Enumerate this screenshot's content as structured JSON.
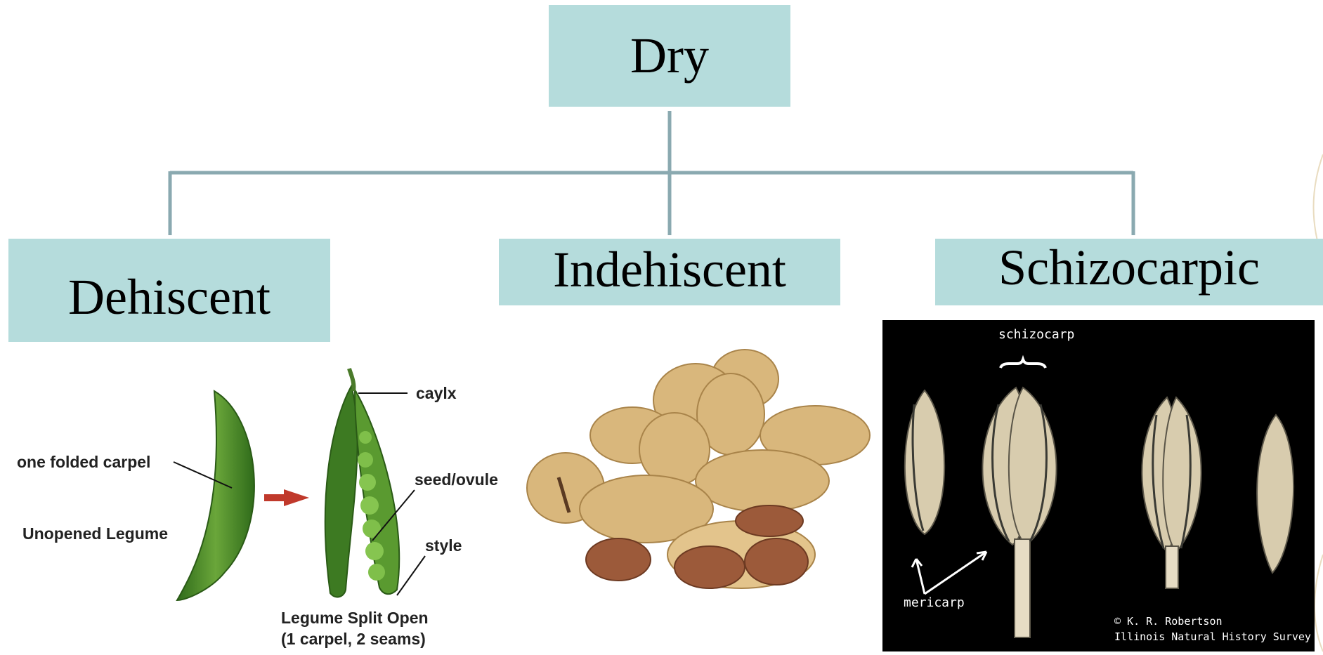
{
  "nodes": {
    "root": "Dry",
    "left": "Dehiscent",
    "center": "Indehiscent",
    "right": "Schizocarpic"
  },
  "legume_figure": {
    "label_folded": "one folded carpel",
    "label_unopened": "Unopened Legume",
    "label_calyx": "caylx",
    "label_seed": "seed/ovule",
    "label_style": "style",
    "caption_line1": "Legume Split Open",
    "caption_line2": "(1 carpel, 2 seams)"
  },
  "schizocarp_figure": {
    "label_schizocarp": "schizocarp",
    "label_mericarp": "mericarp",
    "credit_line1": "© K. R. Robertson",
    "credit_line2": "Illinois Natural History Survey"
  },
  "colors": {
    "box_fill": "#b5dcdc",
    "connector": "#8aa9b0",
    "pod_green": "#4e8a2a",
    "peanut_shell": "#d9b77c"
  },
  "icons": [
    "pea-pod-icon",
    "open-pea-pod-icon",
    "arrow-right-icon",
    "peanut-icon",
    "schizocarp-fruit-icon"
  ]
}
